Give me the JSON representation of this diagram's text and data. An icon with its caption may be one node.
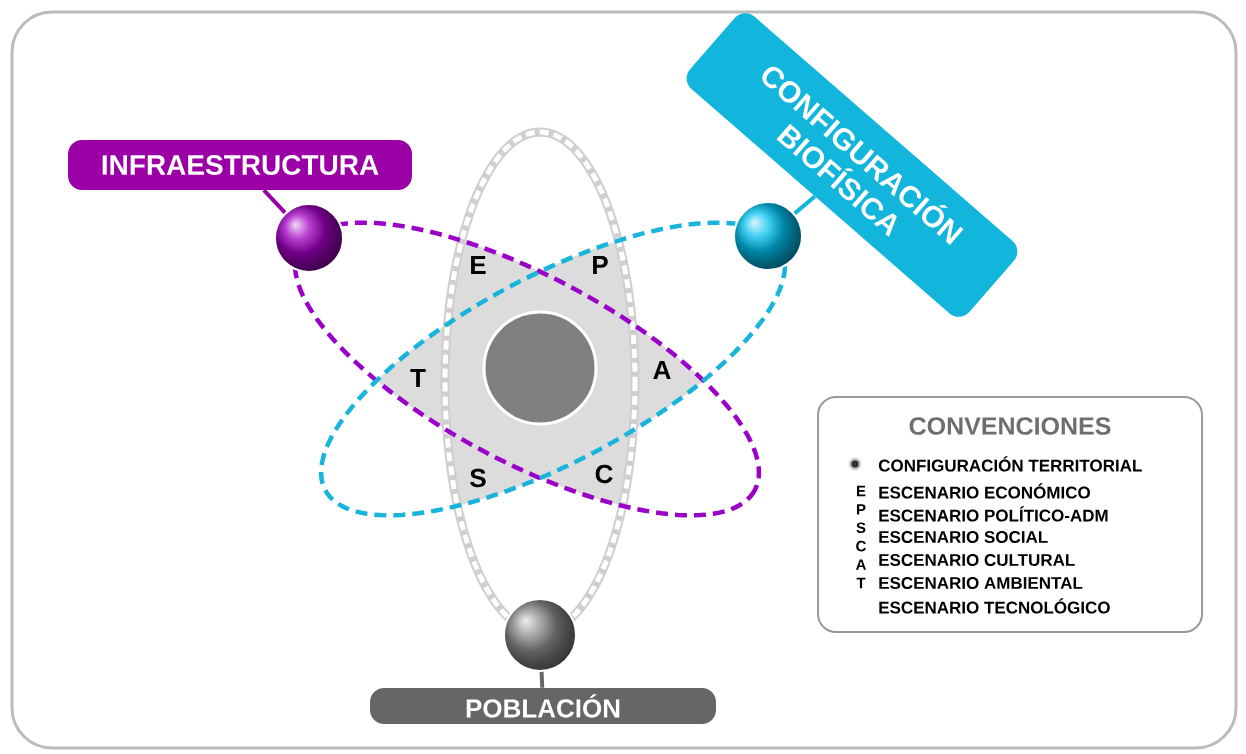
{
  "diagram": {
    "nodes": [
      {
        "text": [
          "INFRAESTRUCTURA"
        ]
      },
      {
        "text": [],
        "shape": "circle"
      },
      {
        "text": [
          "CONFIGURACIÓN BIOFÍSICA"
        ]
      },
      {
        "text": [],
        "shape": "circle"
      },
      {
        "text": [],
        "shape": "circle"
      },
      {
        "text": [
          "POBLACIÓN"
        ]
      },
      {
        "text": [],
        "shape": "circle"
      }
    ],
    "edges": [
      {
        "from": 0,
        "to": 1,
        "arrow": "none",
        "color": "#9a00a6"
      },
      {
        "from": 2,
        "to": 3,
        "arrow": "none",
        "color": "#12b5dc"
      },
      {
        "from": 4,
        "to": 5,
        "arrow": "none",
        "color": "#666666"
      }
    ],
    "labels": [
      "E",
      "P",
      "T",
      "A",
      "S",
      "C",
      "CONVENCIONES",
      "E",
      "P",
      "S",
      "C",
      "A",
      "T"
    ],
    "legend": [
      {
        "text": "CONFIGURACIÓN TERRITORIAL"
      },
      {
        "text": "ESCENARIO ECONÓMICO"
      },
      {
        "text": "ESCENARIO POLÍTICO-ADM"
      },
      {
        "text": "ESCENARIO SOCIAL"
      },
      {
        "text": "ESCENARIO CULTURAL"
      },
      {
        "text": "ESCENARIO AMBIENTAL"
      },
      {
        "text": "ESCENARIO TECNOLÓGICO"
      }
    ]
  }
}
